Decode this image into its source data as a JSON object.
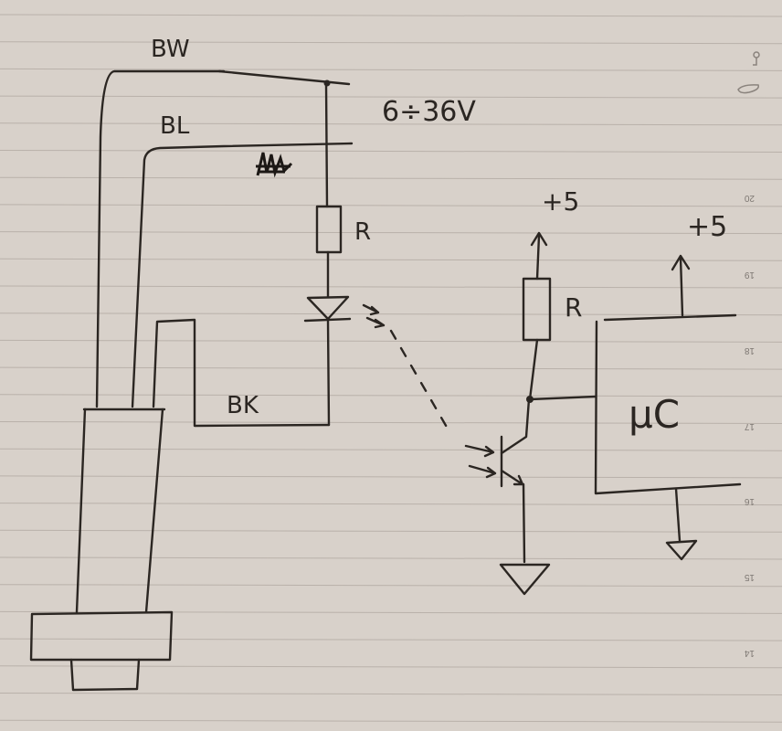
{
  "paper": {
    "background_color": "#d8d1ca",
    "rule_color": "#b9b1aa",
    "ink_color": "#2b2622",
    "page_numbers": [
      "20",
      "19",
      "18",
      "17",
      "16",
      "15",
      "14"
    ]
  },
  "sensor": {
    "wire_brown_label": "BW",
    "wire_blue_label": "BL",
    "wire_black_label": "BK",
    "supply_label": "6÷36V",
    "resistor_label": "R"
  },
  "receiver": {
    "pullup_supply_label": "+5",
    "pullup_resistor_label": "R"
  },
  "microcontroller": {
    "label": "μC",
    "supply_label": "+5"
  }
}
